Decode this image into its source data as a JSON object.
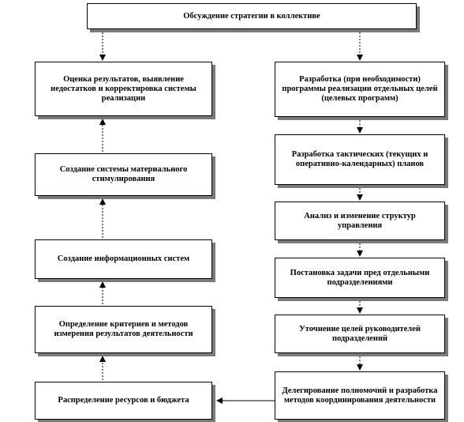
{
  "diagram": {
    "top": "Обсуждение стратегии в коллективе",
    "left": [
      "Оценка результатов, выявление недостатков и корректировка системы реализации",
      "Создание системы материального стимулирования",
      "Создание информационных систем",
      "Определение критериев и методов измерения результатов деятельности",
      "Распределение ресурсов и бюджета"
    ],
    "right": [
      "Разработка (при необходимости) программы реализации отдельных целей (целевых программ)",
      "Разработка тактических (текущих и оперативно-календарных) планов",
      "Анализ и изменение структур управления",
      "Постановка задачи пред отдельными подразделениями",
      "Уточнение целей руководителей подразделений",
      "Делегирование полномочий и разработка методов координирования деятельности"
    ]
  }
}
